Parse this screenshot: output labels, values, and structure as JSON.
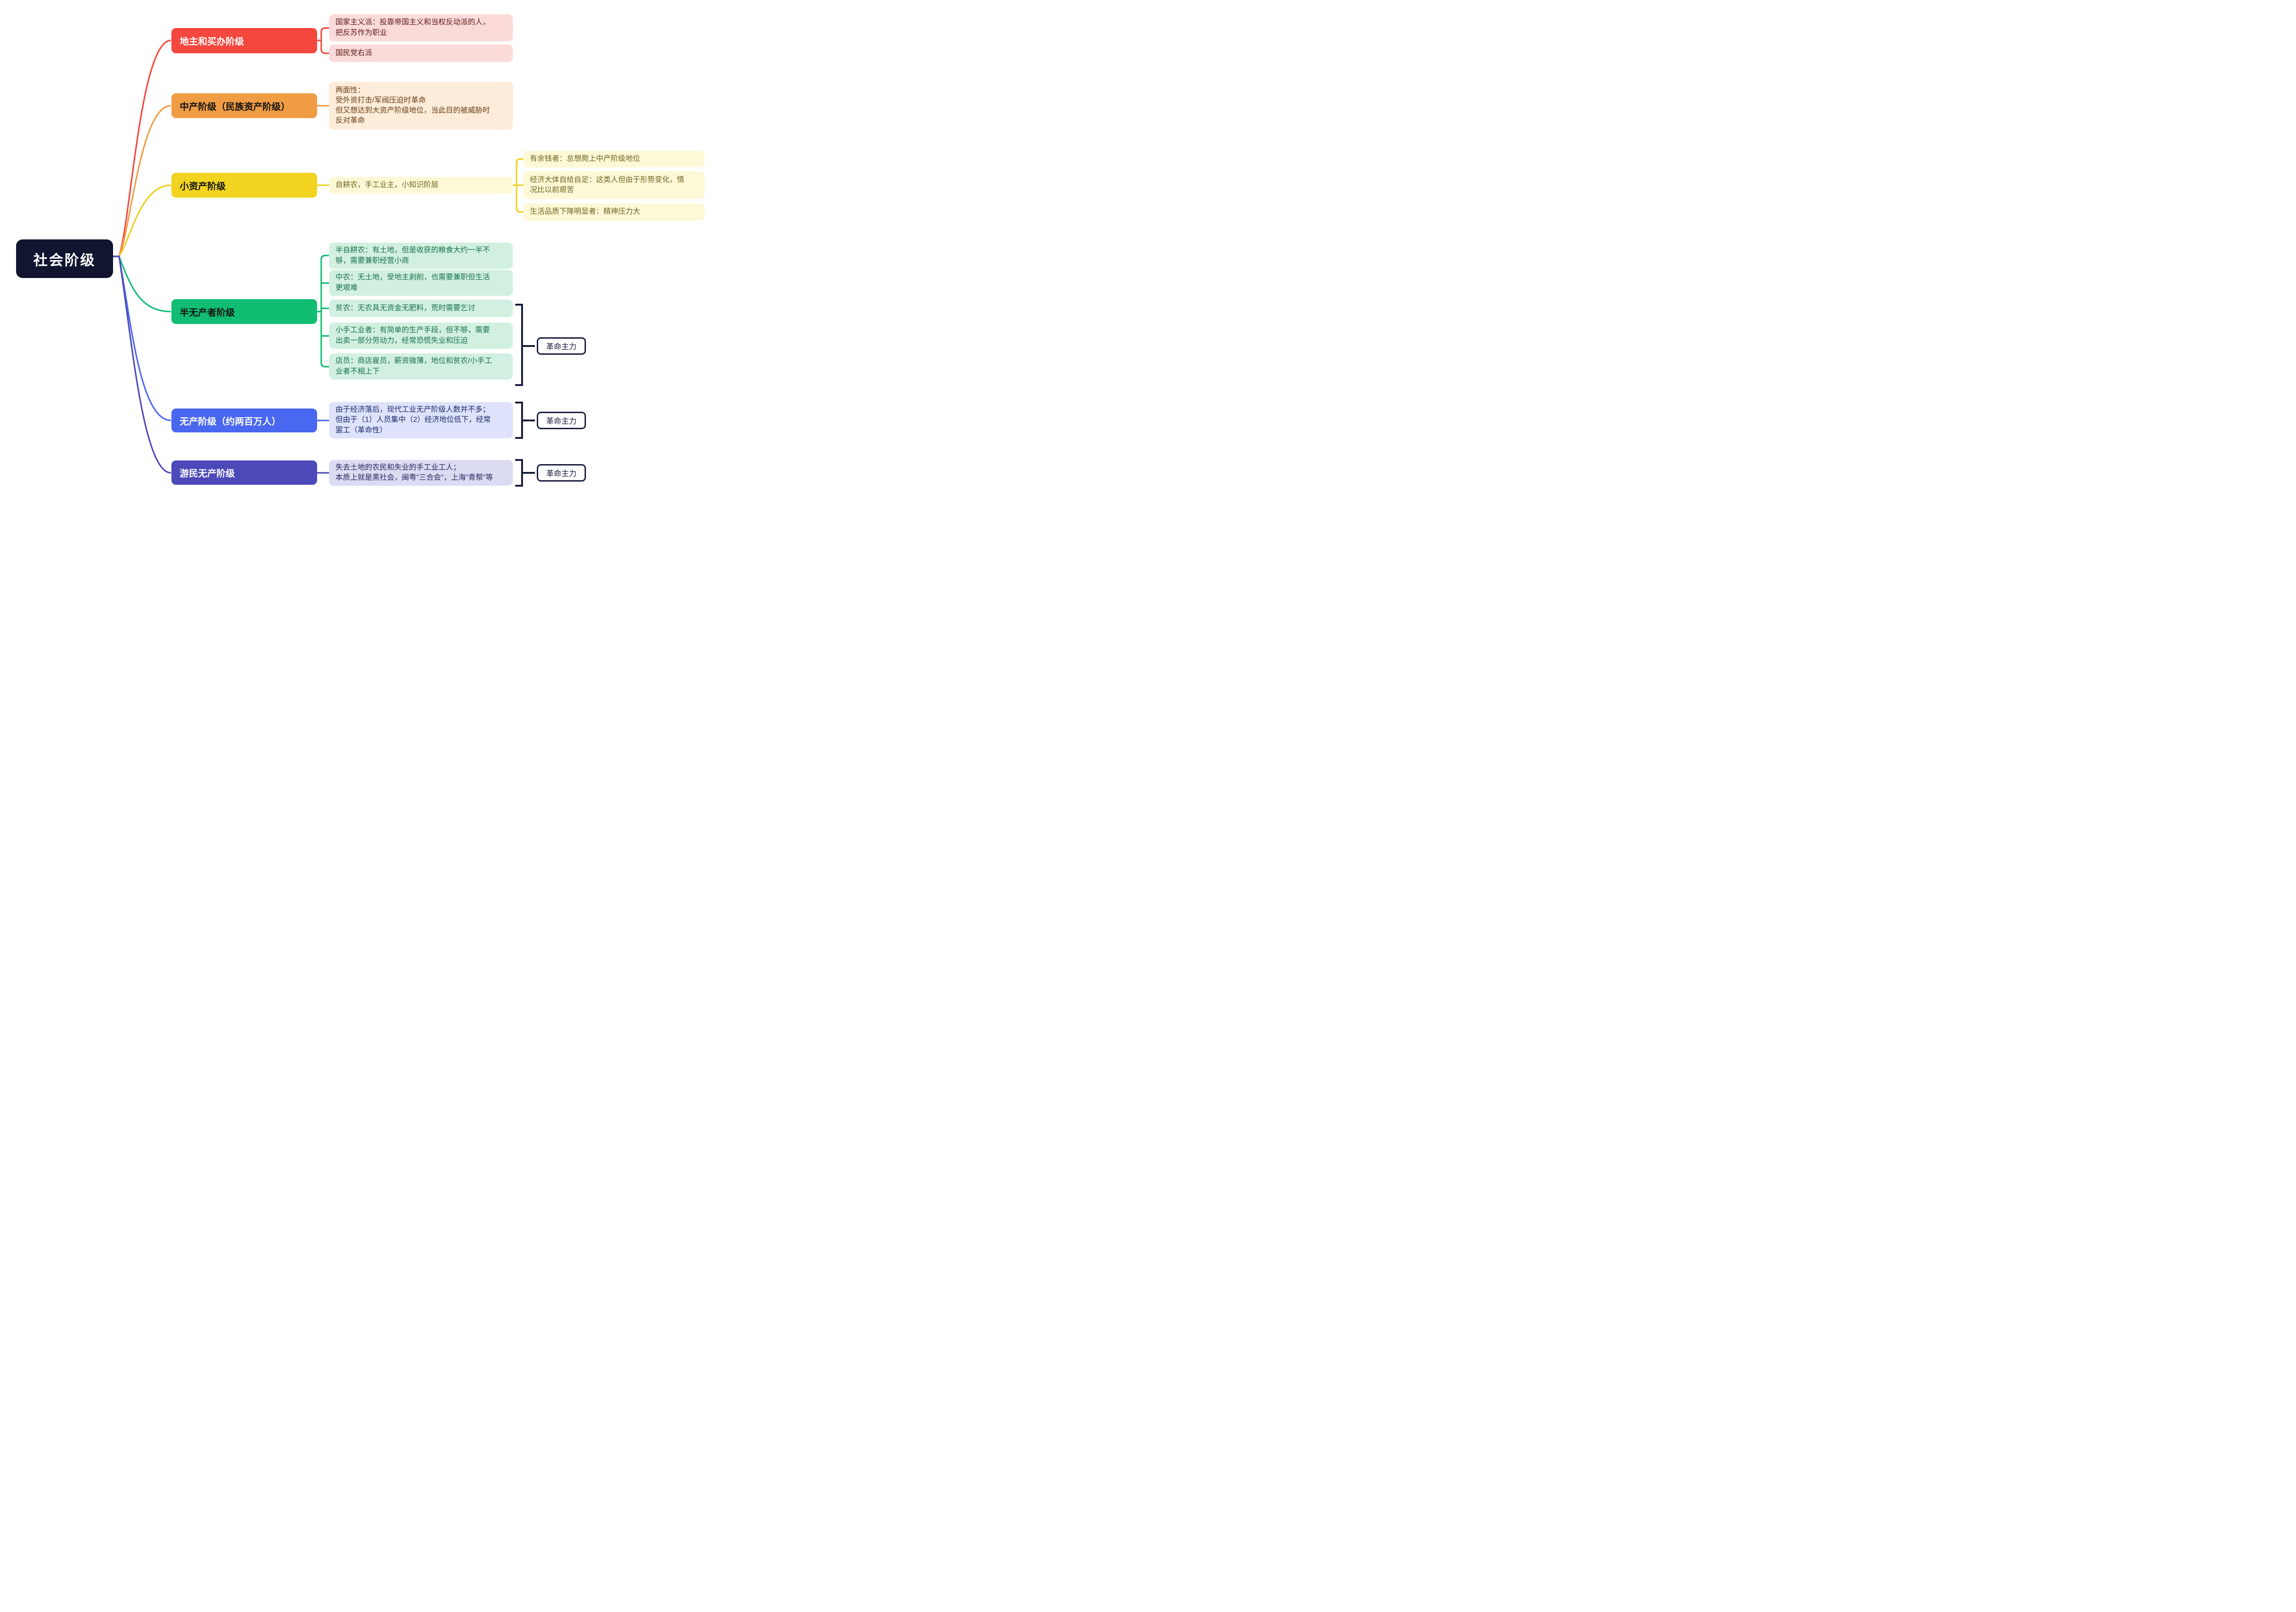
{
  "root": {
    "label": "社会阶级"
  },
  "annotation_label": "革命主力",
  "colors": {
    "root_bg": "#11152f",
    "bracket_navy": "#161b3d",
    "branch1": "#f4473d",
    "branch1_child_bg": "#fbdbda",
    "branch1_child_text": "#5e1916",
    "branch2": "#f09c45",
    "branch2_child_bg": "#fcecd9",
    "branch2_child_text": "#6b3d17",
    "branch3": "#f2d31f",
    "branch3_child_bg": "#fdf8d6",
    "branch3_child_text": "#6e6522",
    "branch4": "#10bd72",
    "branch4_child_bg": "#d2f0e1",
    "branch4_child_text": "#17714a",
    "branch5": "#4a67ef",
    "branch5_child_bg": "#dee3fb",
    "branch5_child_text": "#1c2b6e",
    "branch6": "#4d49b9",
    "branch6_child_bg": "#dbdcf2",
    "branch6_child_text": "#26265e"
  },
  "branches": [
    {
      "label": "地主和买办阶级",
      "children": [
        {
          "text": "国家主义派：投靠帝国主义和当权反动派的人，\n把反苏作为职业"
        },
        {
          "text": "国民党右派"
        }
      ]
    },
    {
      "label": "中产阶级（民族资产阶级）",
      "children": [
        {
          "text": "两面性：\n受外资打击/军阀压迫时革命\n但又想达到大资产阶级地位，当此目的被威胁时\n反对革命"
        }
      ]
    },
    {
      "label": "小资产阶级",
      "children": [
        {
          "text": "自耕农，手工业主，小知识阶层",
          "children": [
            {
              "text": "有余钱者：总想爬上中产阶级地位"
            },
            {
              "text": "经济大体自给自足：这类人但由于形势变化，情\n况比以前艰苦"
            },
            {
              "text": "生活品质下降明显者：精神压力大"
            }
          ]
        }
      ]
    },
    {
      "label": "半无产者阶级",
      "annotation": "革命主力",
      "children": [
        {
          "text": "半自耕农：有土地，但是收获的粮食大约一半不\n够，需要兼职经营小商"
        },
        {
          "text": "中农：无土地，受地主剥削，也需要兼职但生活\n更艰难"
        },
        {
          "text": "贫农：无农具无资金无肥料，荒时需要乞讨"
        },
        {
          "text": "小手工业者：有简单的生产手段，但不够，需要\n出卖一部分劳动力，经常恐慌失业和压迫"
        },
        {
          "text": "店员：商店雇员，薪资微薄，地位和贫农/小手工\n业者不相上下"
        }
      ]
    },
    {
      "label": "无产阶级（约两百万人）",
      "annotation": "革命主力",
      "children": [
        {
          "text": "由于经济落后，现代工业无产阶级人数并不多；\n但由于（1）人员集中（2）经济地位低下，经常\n罢工（革命性）"
        }
      ]
    },
    {
      "label": "游民无产阶级",
      "annotation": "革命主力",
      "children": [
        {
          "text": "失去土地的农民和失业的手工业工人；\n本质上就是黑社会，闽粤\"三合会\"，上海\"青帮\"等"
        }
      ]
    }
  ]
}
